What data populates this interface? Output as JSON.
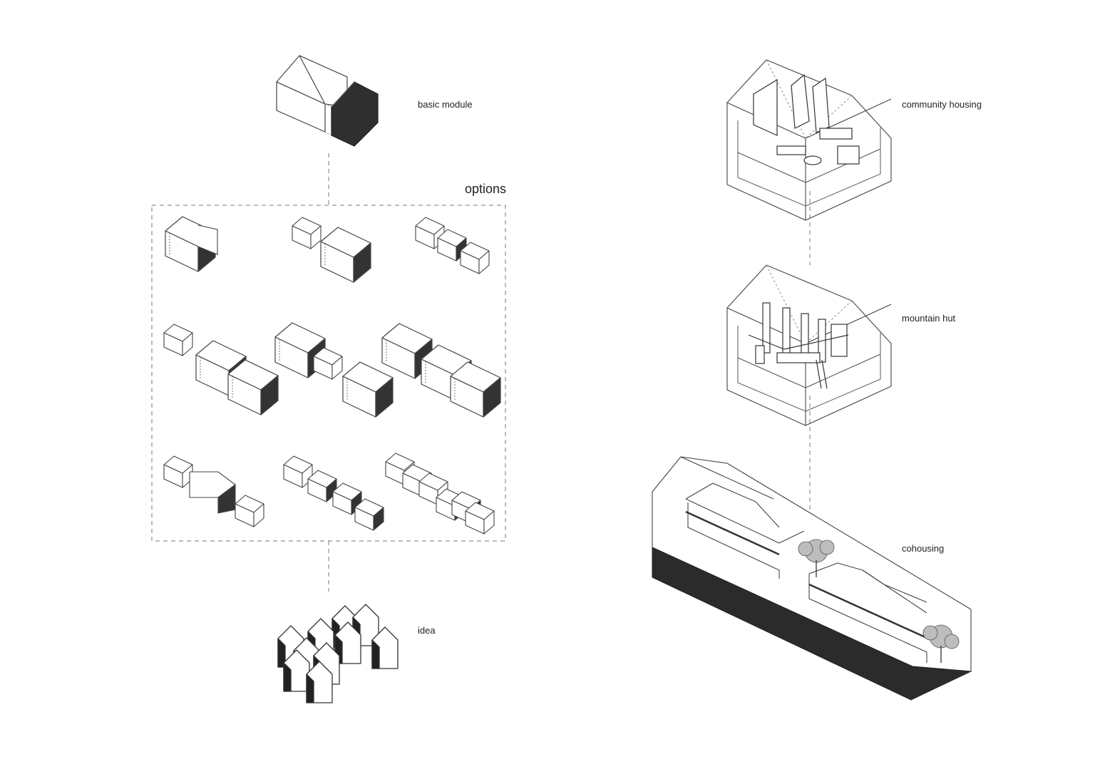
{
  "labels": {
    "basic_module": "basic module",
    "options": "options",
    "idea": "idea",
    "community_housing": "community housing",
    "mountain_hut": "mountain hut",
    "cohousing": "cohousing"
  },
  "colors": {
    "line": "#444444",
    "fill_dark": "#333333",
    "dash": "#777777"
  }
}
